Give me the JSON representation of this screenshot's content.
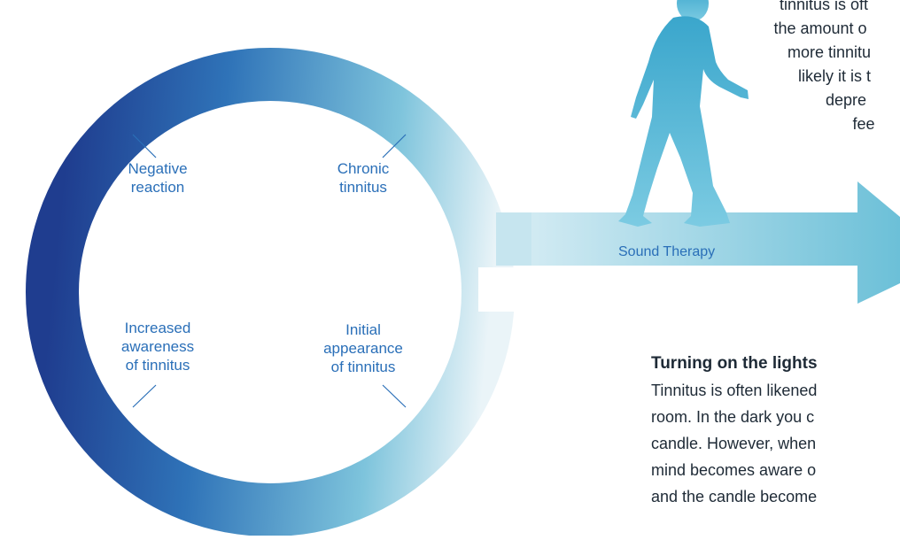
{
  "cycle": {
    "labels": [
      {
        "id": "negative-reaction",
        "text": "Negative\nreaction"
      },
      {
        "id": "chronic-tinnitus",
        "text": "Chronic\ntinnitus"
      },
      {
        "id": "increased-awareness",
        "text": "Increased\nawareness\nof tinnitus"
      },
      {
        "id": "initial-appearance",
        "text": "Initial\nappearance\nof tinnitus"
      }
    ],
    "colors": {
      "dark": "#1f3d8f",
      "mid": "#2f73b8",
      "light": "#7ec4dc",
      "faint": "#eaf4f8"
    }
  },
  "arrow": {
    "label": "Sound Therapy",
    "colors": {
      "start": "#d3ebf3",
      "end": "#6cc0d8"
    }
  },
  "figure": {
    "icon": "walking-person-icon",
    "color": "#4aaed0"
  },
  "top_text": {
    "lines": [
      "tinnitus is oft",
      "the amount o",
      "more tinnitu",
      "likely it is t",
      "depre",
      "fee"
    ]
  },
  "section": {
    "heading": "Turning on the lights",
    "lines": [
      "Tinnitus is often likened",
      "room. In the dark you c",
      "candle. However, when",
      "mind becomes aware o",
      "and the candle become"
    ]
  }
}
